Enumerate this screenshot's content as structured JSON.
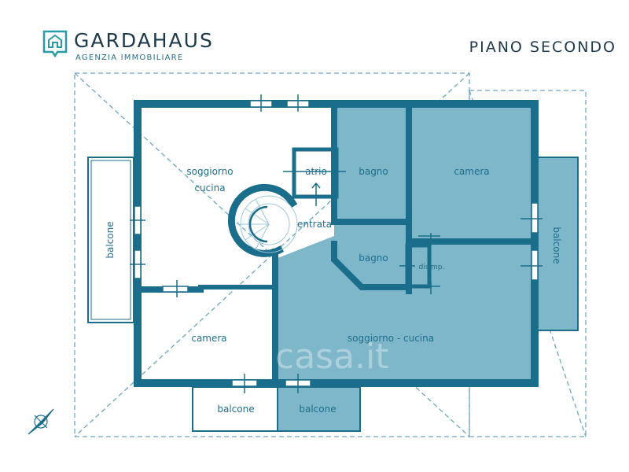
{
  "brand": {
    "name": "GARDAHAUS",
    "tagline": "AGENZIA IMMOBILIARE"
  },
  "floor_title": "PIANO SECONDO",
  "rooms": {
    "soggiorno": "soggiorno",
    "cucina": "cucina",
    "atrio": "atrio",
    "bagno_1": "bagno",
    "camera_1": "camera",
    "entrata": "entrata",
    "bagno_2": "bagno",
    "disimp": "disimp.",
    "camera_2": "camera",
    "soggiorno_cucina": "soggiorno - cucina",
    "balcone_left": "balcone",
    "balcone_right": "balcone",
    "balcone_bottom_left": "balcone",
    "balcone_bottom_right": "balcone"
  },
  "watermark": "casa.it",
  "colors": {
    "wall": "#1a6e8b",
    "fill": "#7fb7ca",
    "dash": "#6aa8bd",
    "text": "#1e6f8d"
  }
}
